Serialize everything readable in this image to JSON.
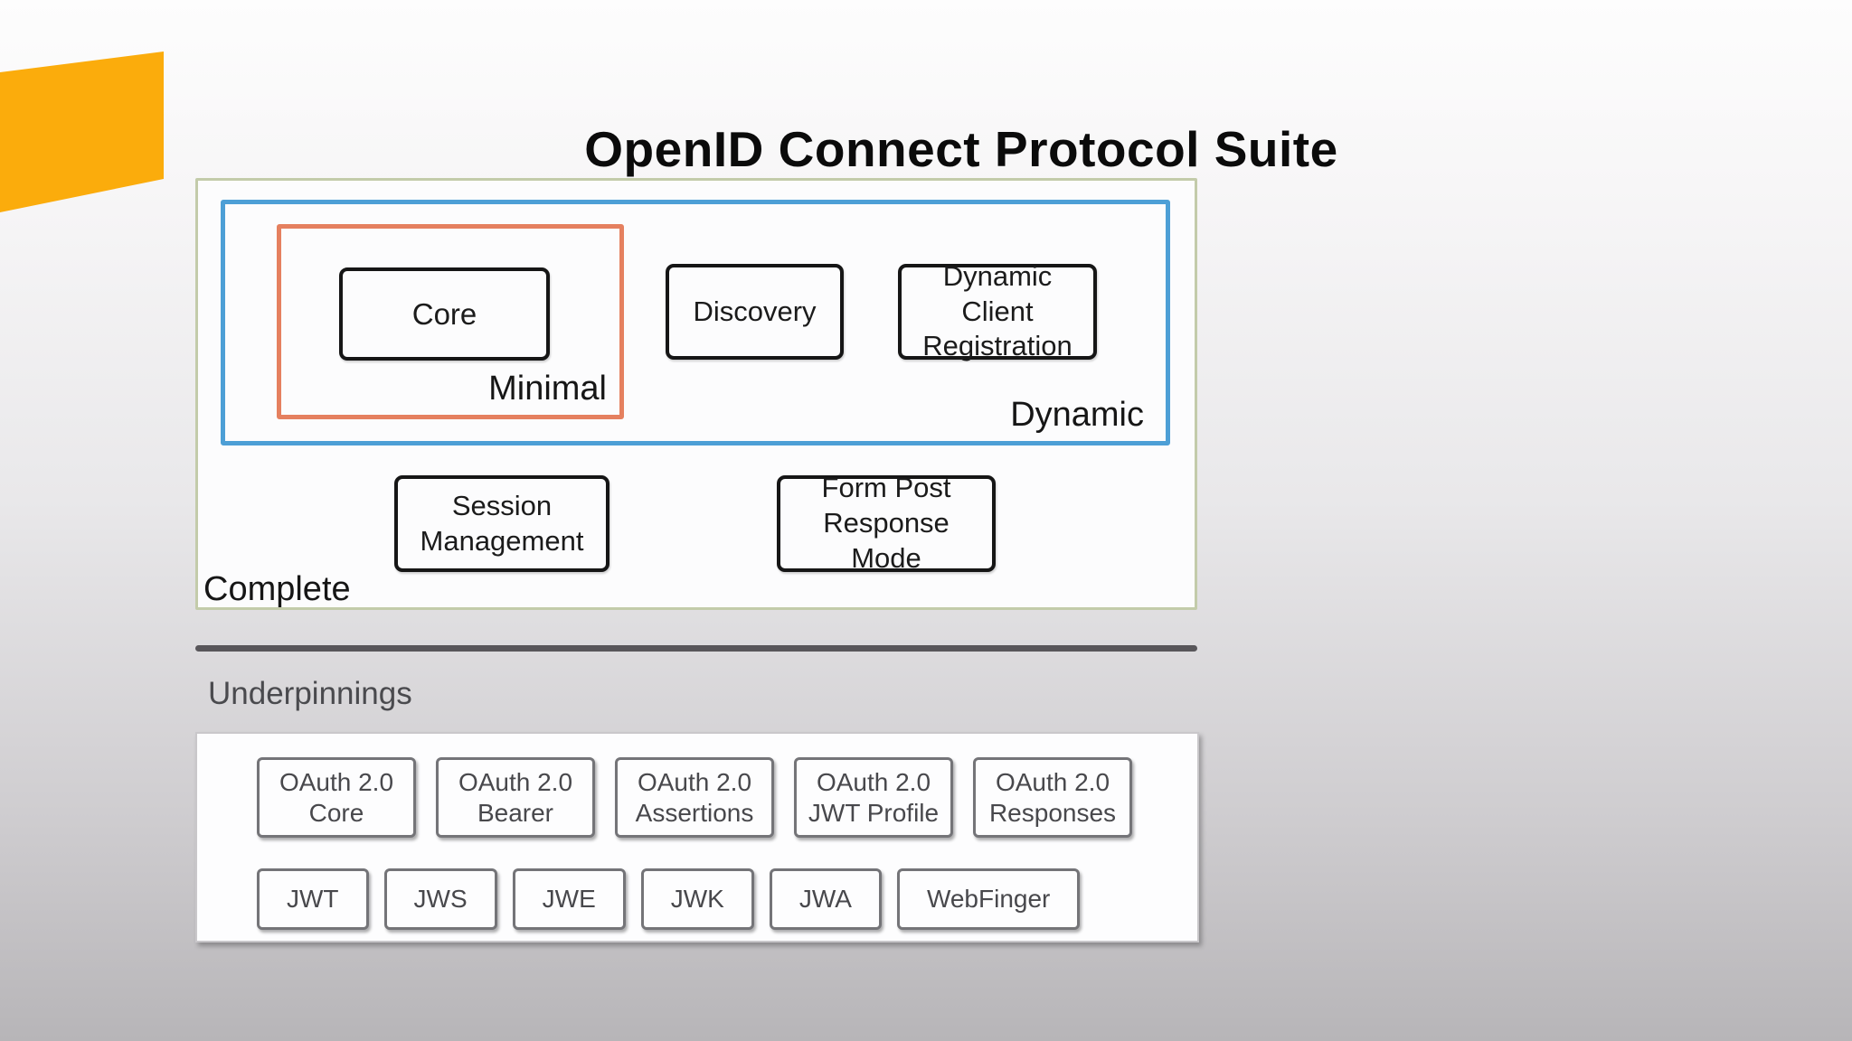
{
  "slide": {
    "title": "OpenID Connect Protocol Suite"
  },
  "colors": {
    "brand-orange": "#fbac0c",
    "complete-border": "#c3cbaa",
    "dynamic-border": "#4d9fd6",
    "minimal-border": "#e5805f",
    "spec-border": "#161616",
    "divider": "#58565a",
    "underpinning-border": "#747478",
    "underpinning-text": "#48484c"
  },
  "diagram": {
    "regions": {
      "complete": "Complete",
      "dynamic": "Dynamic",
      "minimal": "Minimal"
    },
    "specs": {
      "core": "Core",
      "discovery": "Discovery",
      "dynamic_client_registration": "Dynamic Client Registration",
      "session_management": "Session Management",
      "form_post_response_mode": "Form Post Response Mode"
    }
  },
  "underpinnings": {
    "heading": "Underpinnings",
    "oauth_row": [
      "OAuth 2.0 Core",
      "OAuth 2.0 Bearer",
      "OAuth 2.0 Assertions",
      "OAuth 2.0 JWT Profile",
      "OAuth 2.0 Responses"
    ],
    "jose_row": [
      "JWT",
      "JWS",
      "JWE",
      "JWK",
      "JWA",
      "WebFinger"
    ]
  }
}
